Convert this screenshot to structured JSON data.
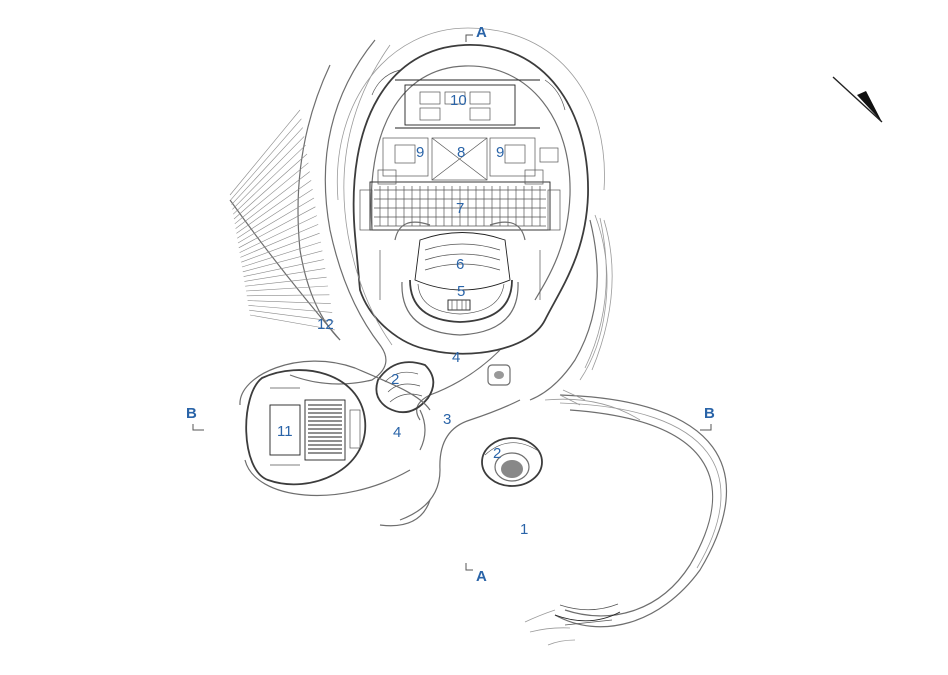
{
  "labels": {
    "l1": "1",
    "l2a": "2",
    "l2b": "2",
    "l3": "3",
    "l4a": "4",
    "l4b": "4",
    "l5": "5",
    "l6": "6",
    "l7": "7",
    "l8": "8",
    "l9a": "9",
    "l9b": "9",
    "l10": "10",
    "l11": "11",
    "l12": "12"
  },
  "section_markers": {
    "a_top": "A",
    "a_bottom": "A",
    "b_left": "B",
    "b_right": "B"
  },
  "colors": {
    "label": "#2a64a8",
    "line": "#6e6e6e",
    "background": "#ffffff"
  },
  "icons": {
    "north": "north-arrow-icon"
  }
}
